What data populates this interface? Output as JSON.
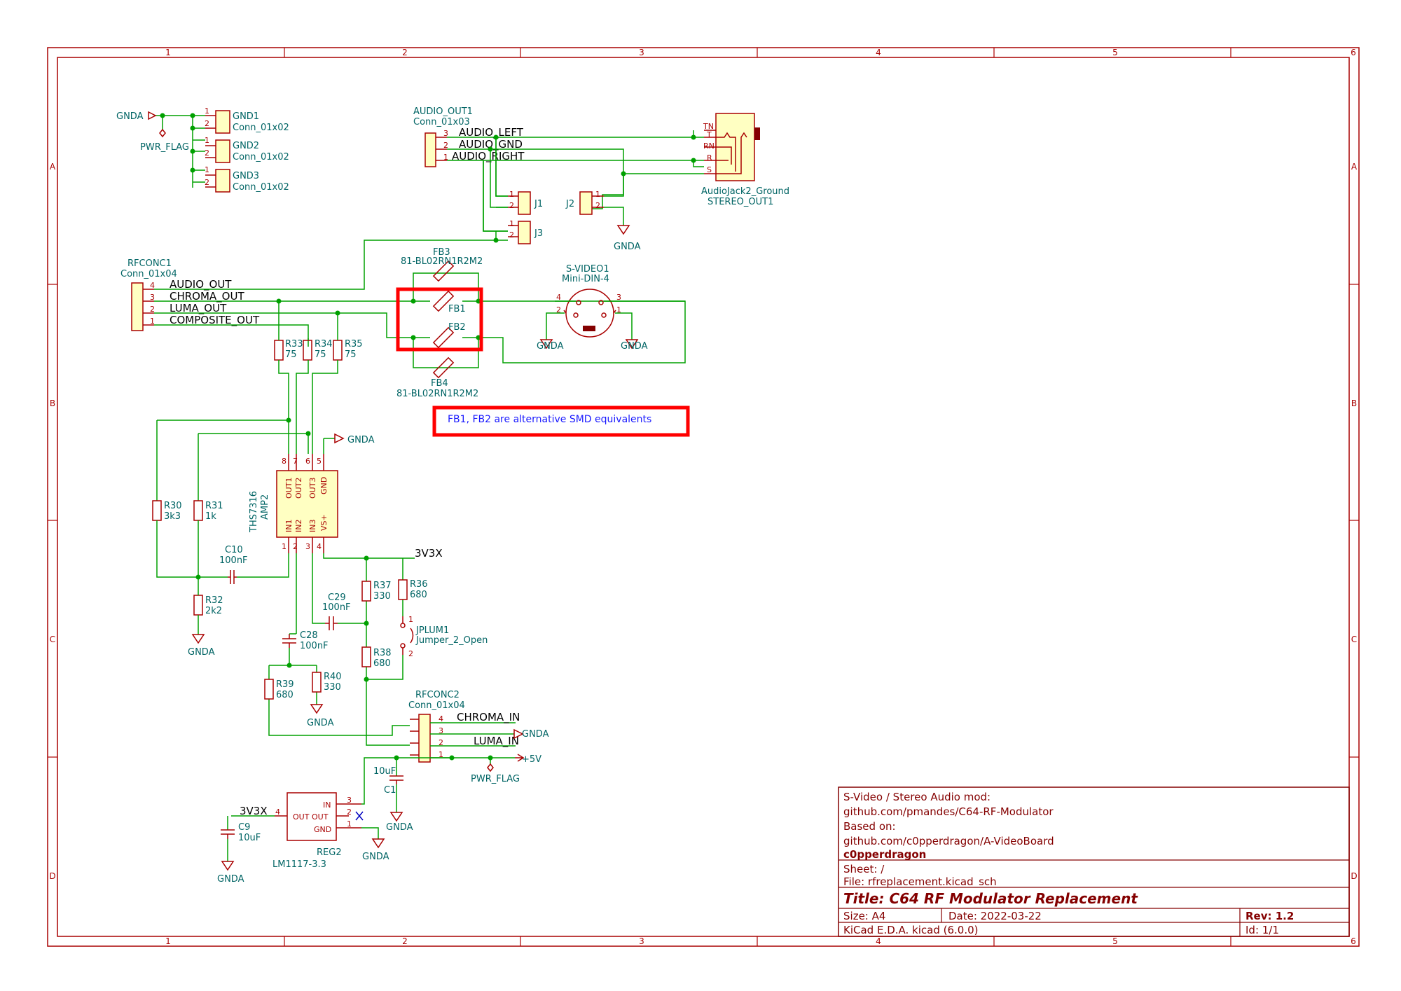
{
  "frame": {
    "columns": [
      "1",
      "2",
      "3",
      "4",
      "5",
      "6"
    ],
    "rows": [
      "A",
      "B",
      "C",
      "D"
    ]
  },
  "title_block": {
    "comment_lines": [
      "S-Video / Stereo Audio mod:",
      "github.com/pmandes/C64-RF-Modulator",
      "Based on:",
      "github.com/c0pperdragon/A-VideoBoard"
    ],
    "company": "c0pperdragon",
    "sheet": "Sheet: /",
    "file": "File: rfreplacement.kicad_sch",
    "title": "Title: C64 RF Modulator Replacement",
    "size": "Size: A4",
    "date": "Date: 2022-03-22",
    "rev": "Rev: 1.2",
    "tool": "KiCad E.D.A.  kicad (6.0.0)",
    "id": "Id: 1/1"
  },
  "note": "FB1, FB2 are alternative SMD equivalents",
  "colors": {
    "wire": "#00a000",
    "component": "#a90000",
    "reference": "#006464",
    "highlight": "#ff0000",
    "note": "#1a1aff"
  },
  "components": {
    "gnd1": {
      "ref": "GND1",
      "value": "Conn_01x02"
    },
    "gnd2": {
      "ref": "GND2",
      "value": "Conn_01x02"
    },
    "gnd3": {
      "ref": "GND3",
      "value": "Conn_01x02"
    },
    "pwr_flag": "PWR_FLAG",
    "audio_out1": {
      "ref": "AUDIO_OUT1",
      "value": "Conn_01x03"
    },
    "stereo_out1": {
      "ref": "STEREO_OUT1",
      "value": "AudioJack2_Ground"
    },
    "j1": "J1",
    "j2": "J2",
    "j3": "J3",
    "rfconc1": {
      "ref": "RFCONC1",
      "value": "Conn_01x04"
    },
    "rfconc2": {
      "ref": "RFCONC2",
      "value": "Conn_01x04"
    },
    "fb1": "FB1",
    "fb2": "FB2",
    "fb3": {
      "ref": "FB3",
      "value": "81-BL02RN1R2M2"
    },
    "fb4": {
      "ref": "FB4",
      "value": "81-BL02RN1R2M2"
    },
    "svideo": {
      "ref": "S-VIDEO1",
      "value": "Mini-DIN-4"
    },
    "amp2": {
      "ref": "AMP2",
      "value": "THS7316"
    },
    "r33": {
      "ref": "R33",
      "value": "75"
    },
    "r34": {
      "ref": "R34",
      "value": "75"
    },
    "r35": {
      "ref": "R35",
      "value": "75"
    },
    "r30": {
      "ref": "R30",
      "value": "3k3"
    },
    "r31": {
      "ref": "R31",
      "value": "1k"
    },
    "r32": {
      "ref": "R32",
      "value": "2k2"
    },
    "r36": {
      "ref": "R36",
      "value": "680"
    },
    "r37": {
      "ref": "R37",
      "value": "330"
    },
    "r38": {
      "ref": "R38",
      "value": "680"
    },
    "r39": {
      "ref": "R39",
      "value": "680"
    },
    "r40": {
      "ref": "R40",
      "value": "330"
    },
    "c10": {
      "ref": "C10",
      "value": "100nF"
    },
    "c28": {
      "ref": "C28",
      "value": "100nF"
    },
    "c29": {
      "ref": "C29",
      "value": "100nF"
    },
    "c1": {
      "ref": "C1",
      "value": "10uF"
    },
    "c9": {
      "ref": "C9",
      "value": "10uF"
    },
    "jplum1": {
      "ref": "JPLUM1",
      "value": "Jumper_2_Open"
    },
    "reg2": {
      "ref": "REG2",
      "value": "LM1117-3.3"
    }
  },
  "nets": {
    "gnda": "GNDA",
    "v33": "3V3X",
    "v5": "+5V",
    "audio_left": "AUDIO_LEFT",
    "audio_gnd": "AUDIO_GND",
    "audio_right": "AUDIO_RIGHT",
    "audio_out": "AUDIO_OUT",
    "chroma_out": "CHROMA_OUT",
    "luma_out": "LUMA_OUT",
    "composite_out": "COMPOSITE_OUT",
    "chroma_in": "CHROMA_IN",
    "luma_in": "LUMA_IN"
  },
  "pins": {
    "p1": "1",
    "p2": "2",
    "p3": "3",
    "p4": "4",
    "p5": "5",
    "p6": "6",
    "p7": "7",
    "p8": "8",
    "jack_tn": "TN",
    "jack_t": "T",
    "jack_rn": "RN",
    "jack_r": "R",
    "jack_s": "S",
    "amp_out1": "OUT1",
    "amp_out2": "OUT2",
    "amp_out3": "OUT3",
    "amp_gnd": "GND",
    "amp_in1": "IN1",
    "amp_in2": "IN2",
    "amp_in3": "IN3",
    "amp_vs": "VS+",
    "reg_in": "IN",
    "reg_out": "OUT",
    "reg_gnd": "GND"
  }
}
